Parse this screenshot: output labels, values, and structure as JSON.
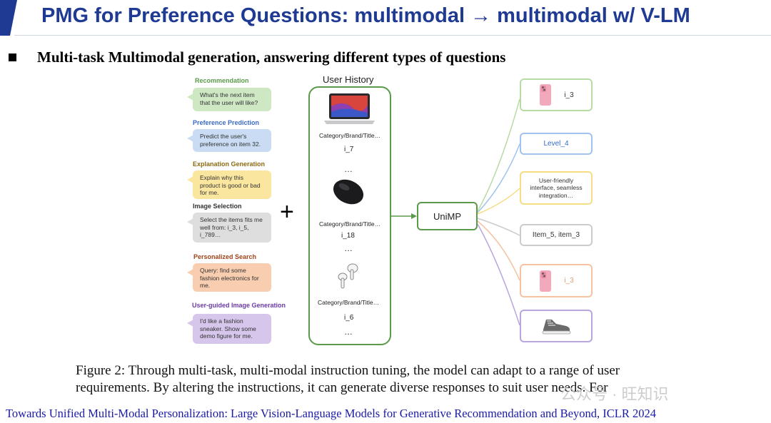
{
  "slide": {
    "title": "PMG for Preference Questions: multimodal → multimodal w/ V-LM",
    "bullet": "Multi-task Multimodal generation, answering different types of questions"
  },
  "figure": {
    "questions": [
      {
        "label": "Recommendation",
        "text": [
          "What's the next item",
          "that the user will like?"
        ],
        "label_color": "#5a9a4a",
        "bubble_color": "#cfe8c4"
      },
      {
        "label": "Preference Prediction",
        "text": [
          "Predict the user's",
          "preference on item 32."
        ],
        "label_color": "#3a6bc6",
        "bubble_color": "#c9dcf3"
      },
      {
        "label": "Explanation Generation",
        "text": [
          "Explain why this",
          "product is good or bad",
          "for me."
        ],
        "label_color": "#8a6a10",
        "bubble_color": "#fbe6a0"
      },
      {
        "label": "Image Selection",
        "text": [
          "Select the items fits me",
          "well from: i_3, i_5,",
          "i_789…"
        ],
        "label_color": "#333333",
        "bubble_color": "#dedede"
      },
      {
        "label": "Personalized Search",
        "text": [
          "Query: find some",
          "fashion electronics for",
          "me."
        ],
        "label_color": "#a0441a",
        "bubble_color": "#f8cdb0"
      },
      {
        "label": "User-guided Image Generation",
        "text": [
          "I'd like a fashion",
          "sneaker. Show some",
          "demo figure for me."
        ],
        "label_color": "#6a3aa8",
        "bubble_color": "#d6c6ec"
      }
    ],
    "plus": "+",
    "history": {
      "title": "User History",
      "items": [
        {
          "category": "Category/Brand/Title…",
          "id": "i_7",
          "icon": "laptop-icon"
        },
        {
          "category": "Category/Brand/Title…",
          "id": "i_18",
          "icon": "mouse-icon"
        },
        {
          "category": "Category/Brand/Title…",
          "id": "i_6",
          "icon": "earbuds-icon"
        }
      ],
      "ellipsis": "…"
    },
    "model": "UniMP",
    "outputs": [
      {
        "text": "i_3",
        "type": "phone-image",
        "color": "#b7dca4",
        "text_color": "#333333"
      },
      {
        "text": "Level_4",
        "type": "text",
        "color": "#9fc2ee",
        "text_color": "#3a6bc6"
      },
      {
        "text": "User-friendly interface, seamless integration…",
        "lines": [
          "User-friendly",
          "interface, seamless",
          "integration…"
        ],
        "type": "text",
        "color": "#f6dc82",
        "text_color": "#333333"
      },
      {
        "text": "Item_5, item_3",
        "type": "text",
        "color": "#cccccc",
        "text_color": "#333333"
      },
      {
        "text": "i_3",
        "type": "phone-image",
        "color": "#f6c2a0",
        "text_color": "#e89a6a"
      },
      {
        "text": "",
        "type": "sneaker-image",
        "color": "#b9a5de",
        "text_color": "#333333"
      }
    ]
  },
  "caption": {
    "lines": [
      "Figure 2: Through multi-task, multi-modal instruction tuning, the model can adapt to a range of user",
      "requirements.  By altering the instructions, it can generate diverse responses to suit user needs.  For"
    ]
  },
  "watermark": "公众号 · 旺知识",
  "footer": "Towards Unified Multi-Modal Personalization: Large Vision-Language Models for Generative Recommendation and Beyond, ICLR 2024"
}
